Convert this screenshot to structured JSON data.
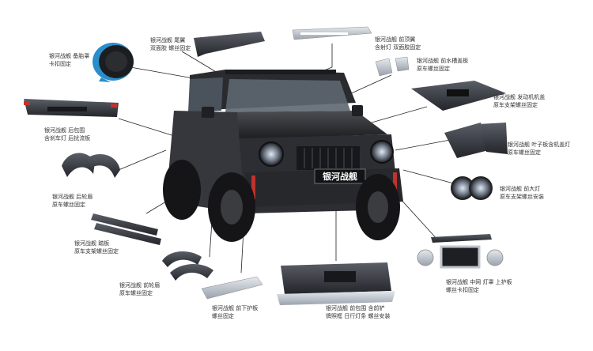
{
  "center": {
    "plate_text": "银河战舰"
  },
  "parts": [
    {
      "id": "spare-tire-cover",
      "lines": [
        "银河战舰  备胎罩",
        "卡扣固定"
      ]
    },
    {
      "id": "rear-wing",
      "lines": [
        "银河战舰  尾翼",
        "双面胶 螺丝固定"
      ]
    },
    {
      "id": "front-roof-wing",
      "lines": [
        "银河战舰  前顶翼",
        "含射灯 双面胶固定"
      ]
    },
    {
      "id": "front-water-tray",
      "lines": [
        "银河战舰  前水槽盖板",
        "原车螺丝固定"
      ]
    },
    {
      "id": "rear-bumper",
      "lines": [
        "银河战舰  后包围",
        "含刹车灯 后扰流板"
      ]
    },
    {
      "id": "hood",
      "lines": [
        "银河战舰  发动机机盖",
        "原车支架螺丝固定"
      ]
    },
    {
      "id": "fender-panel",
      "lines": [
        "银河战舰  叶子板含机盖灯",
        "原车螺丝固定"
      ]
    },
    {
      "id": "rear-wheel-arch",
      "lines": [
        "银河战舰  后轮眉",
        "原车螺丝固定"
      ]
    },
    {
      "id": "fog-lights",
      "lines": [
        "银河战舰  前大灯",
        "原车支架螺丝安装"
      ]
    },
    {
      "id": "side-steps",
      "lines": [
        "银河战舰  踏板",
        "原车支架螺丝固定"
      ]
    },
    {
      "id": "front-wheel-arch",
      "lines": [
        "银河战舰  前轮眉",
        "原车螺丝固定"
      ]
    },
    {
      "id": "front-lower-guard",
      "lines": [
        "银河战舰  前下护板",
        "螺丝固定"
      ]
    },
    {
      "id": "front-bumper",
      "lines": [
        "银河战舰  前包围  含前铲",
        "牌照框 日行灯条 螺丝安装"
      ]
    },
    {
      "id": "grille",
      "lines": [
        "银河战舰  中网 灯罩 上护板",
        "螺丝卡扣固定"
      ]
    }
  ]
}
